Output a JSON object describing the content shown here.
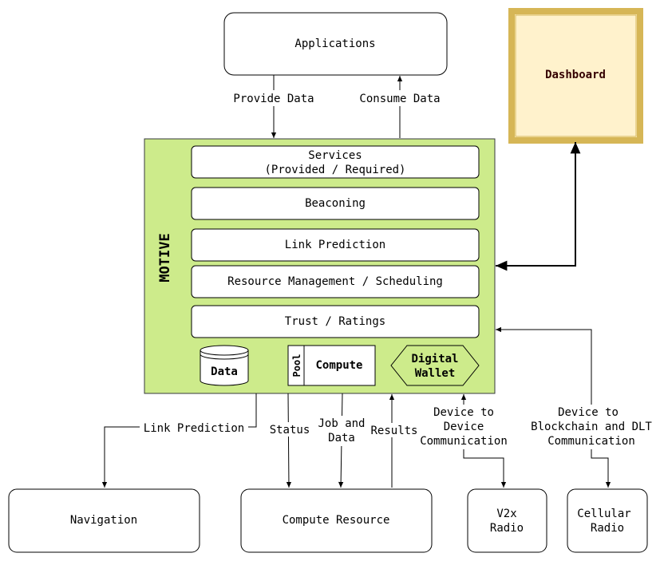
{
  "colors": {
    "motive_fill": "#cdeb8b",
    "motive_stroke": "#36393d",
    "dashboard_fill": "#fff2cc",
    "dashboard_stroke": "#d6b656",
    "dashboard_text": "#330000",
    "box_fill": "#ffffff",
    "line": "#000000"
  },
  "nodes": {
    "applications": "Applications",
    "dashboard": "Dashboard",
    "motive": "MOTIVE",
    "services": [
      "Services",
      "(Provided / Required)"
    ],
    "beaconing": "Beaconing",
    "link_prediction": "Link Prediction",
    "resource_management": "Resource Management / Scheduling",
    "trust": "Trust / Ratings",
    "data_store": "Data",
    "pool": "Pool",
    "compute": "Compute",
    "digital_wallet": [
      "Digital",
      "Wallet"
    ],
    "navigation": "Navigation",
    "compute_resource": "Compute Resource",
    "v2x_radio": [
      "V2x",
      "Radio"
    ],
    "cellular_radio": [
      "Cellular",
      "Radio"
    ]
  },
  "edges": {
    "provide_data": "Provide Data",
    "consume_data": "Consume Data",
    "link_prediction": "Link Prediction",
    "status": "Status",
    "job_and_data": [
      "Job and",
      "Data"
    ],
    "results": "Results",
    "device_to_device": [
      "Device to",
      "Device",
      "Communication"
    ],
    "device_to_blockchain": [
      "Device to",
      "Blockchain and DLT",
      "Communication"
    ]
  }
}
